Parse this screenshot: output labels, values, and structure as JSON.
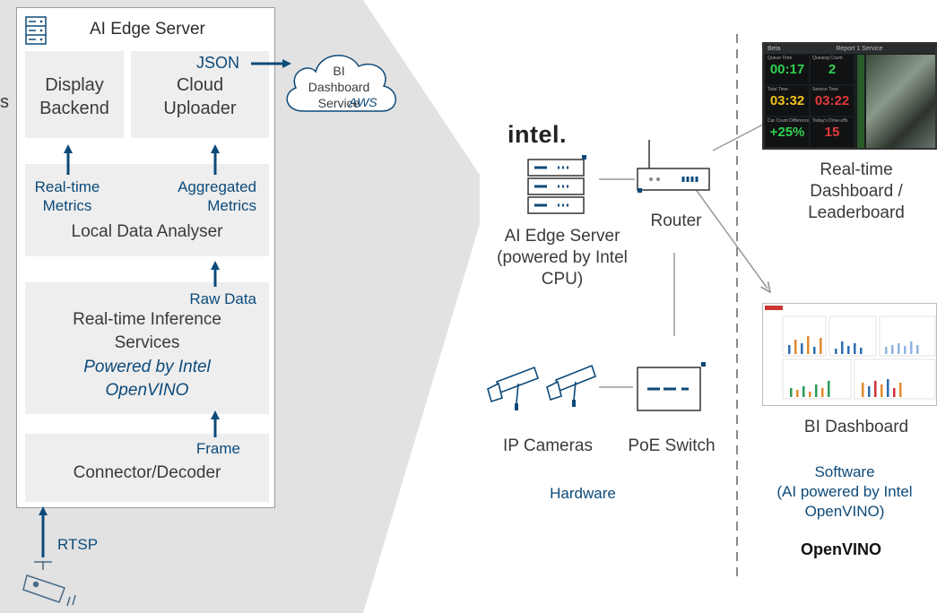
{
  "colors": {
    "blue": "#0c4a7a",
    "arrow": "#0c4a7a",
    "panel_bg": "#e2e2e2",
    "box_bg": "#eeeeee",
    "line_gray": "#9a9a9a"
  },
  "left_edge_fragment": "s",
  "server_panel": {
    "title": "AI Edge Server",
    "display_backend": "Display\nBackend",
    "cloud_uploader": "Cloud\nUploader",
    "json_label": "JSON",
    "cloud_title": "BI\nDashboard\nService",
    "cloud_aws": "AWS",
    "realtime_metrics": "Real-time\nMetrics",
    "aggregated_metrics": "Aggregated\nMetrics",
    "local_data_analyser": "Local Data Analyser",
    "raw_data": "Raw Data",
    "inference_services": "Real-time Inference\nServices",
    "powered_by": "Powered by Intel\nOpenVINO",
    "frame": "Frame",
    "connector_decoder": "Connector/Decoder",
    "rtsp": "RTSP"
  },
  "hardware": {
    "intel_logo": "intel.",
    "edge_server_label": "AI Edge Server\n(powered by Intel\nCPU)",
    "router_label": "Router",
    "ip_cameras_label": "IP Cameras",
    "poe_switch_label": "PoE Switch",
    "section_label": "Hardware"
  },
  "software": {
    "realtime_dashboard_label": "Real-time\nDashboard /\nLeaderboard",
    "bi_dashboard_label": "BI Dashboard",
    "section_label": "Software\n(AI powered by Intel\nOpenVINO)",
    "openvino_logo": "OpenVINO"
  },
  "screen1": {
    "app": "Beta",
    "header": "Report 1 Service",
    "tiles": [
      {
        "label": "Queue Time",
        "value": "00:17",
        "color": "#2fd04f"
      },
      {
        "label": "Queuing Count",
        "value": "2",
        "color": "#2fd04f"
      },
      {
        "label": "Total Time",
        "value": "03:32",
        "color": "#f2c41a"
      },
      {
        "label": "Service Time",
        "value": "03:22",
        "color": "#e23a3a"
      },
      {
        "label": "Car Count Difference",
        "value": "+25%",
        "color": "#2fd04f"
      },
      {
        "label": "Today's Drive-offs",
        "value": "15",
        "color": "#e23a3a"
      }
    ]
  }
}
